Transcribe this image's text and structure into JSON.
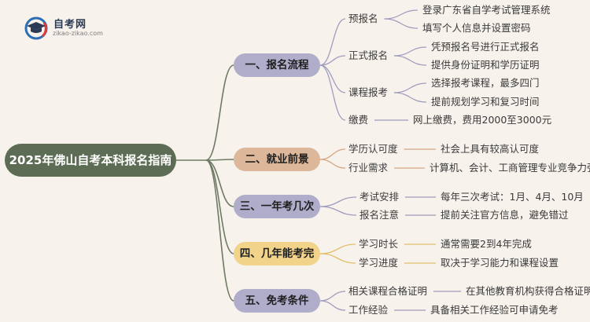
{
  "logo": {
    "name": "自考网",
    "url": "zikao-zikao.com"
  },
  "root": {
    "title": "2025年佛山自考本科报名指南"
  },
  "sections": [
    {
      "title": "一、报名流程",
      "items": [
        {
          "label": "预报名",
          "details": [
            "登录广东省自学考试管理系统",
            "填写个人信息并设置密码"
          ]
        },
        {
          "label": "正式报名",
          "details": [
            "凭预报名号进行正式报名",
            "提供身份证明和学历证明"
          ]
        },
        {
          "label": "课程报考",
          "details": [
            "选择报考课程，最多四门",
            "提前规划学习和复习时间"
          ]
        },
        {
          "label": "缴费",
          "details": [
            "网上缴费，费用2000至3000元"
          ]
        }
      ]
    },
    {
      "title": "二、就业前景",
      "items": [
        {
          "label": "学历认可度",
          "details": [
            "社会上具有较高认可度"
          ]
        },
        {
          "label": "行业需求",
          "details": [
            "计算机、会计、工商管理专业竞争力强"
          ]
        }
      ]
    },
    {
      "title": "三、一年考几次",
      "items": [
        {
          "label": "考试安排",
          "details": [
            "每年三次考试：1月、4月、10月"
          ]
        },
        {
          "label": "报名注意",
          "details": [
            "提前关注官方信息，避免错过"
          ]
        }
      ]
    },
    {
      "title": "四、几年能考完",
      "items": [
        {
          "label": "学习时长",
          "details": [
            "通常需要2到4年完成"
          ]
        },
        {
          "label": "学习进度",
          "details": [
            "取决于学习能力和课程设置"
          ]
        }
      ]
    },
    {
      "title": "五、免考条件",
      "items": [
        {
          "label": "相关课程合格证明",
          "details": [
            "在其他教育机构获得合格证明"
          ]
        },
        {
          "label": "工作经验",
          "details": [
            "具备相关工作经验可申请免考"
          ]
        }
      ]
    }
  ],
  "colors": {
    "root": "#5d6d55",
    "line_root": "#6e7a64",
    "purple": "#b0adcb",
    "purple_line": "#9f9cbd",
    "peach": "#ddb79a",
    "peach_line": "#d4a583",
    "yellow": "#f2d38a",
    "yellow_line": "#e2bf6b"
  }
}
